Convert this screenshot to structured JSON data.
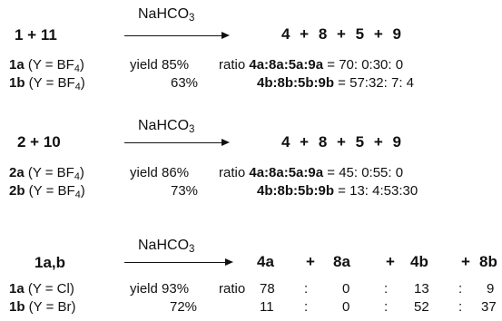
{
  "reactions": [
    {
      "reactants": "1 + 11",
      "reagent": "NaHCO",
      "reagent_sub": "3",
      "products": "4 + 8 + 5 + 9",
      "rows": [
        {
          "label_num": "1a",
          "label_pre": " (Y = BF",
          "label_sub": "4",
          "label_post": ")",
          "yield": "yield 85%",
          "ratio_word": "ratio",
          "ratio_key": "4a:8a:5a:9a",
          "ratio_values": " = 70: 0:30: 0"
        },
        {
          "label_num": "1b",
          "label_pre": " (Y = BF",
          "label_sub": "4",
          "label_post": ")",
          "yield": "63%",
          "ratio_word": "",
          "ratio_key": "4b:8b:5b:9b",
          "ratio_values": " = 57:32: 7: 4"
        }
      ]
    },
    {
      "reactants": "2 + 10",
      "reagent": "NaHCO",
      "reagent_sub": "3",
      "products": "4 + 8 + 5 + 9",
      "rows": [
        {
          "label_num": "2a",
          "label_pre": " (Y = BF",
          "label_sub": "4",
          "label_post": ")",
          "yield": "yield 86%",
          "ratio_word": "ratio",
          "ratio_key": "4a:8a:5a:9a",
          "ratio_values": " = 45: 0:55: 0"
        },
        {
          "label_num": "2b",
          "label_pre": " (Y = BF",
          "label_sub": "4",
          "label_post": ")",
          "yield": "73%",
          "ratio_word": "",
          "ratio_key": "4b:8b:5b:9b",
          "ratio_values": " = 13: 4:53:30"
        }
      ]
    },
    {
      "reactants": "1a,b",
      "reagent": "NaHCO",
      "reagent_sub": "3",
      "products": [
        "4a",
        "+",
        "8a",
        "+",
        "4b",
        "+",
        "8b"
      ],
      "rows": [
        {
          "label_num": "1a",
          "label_rest": " (Y = Cl)",
          "yield": "yield 93%",
          "ratio_word": "ratio",
          "values": [
            "78",
            ":",
            "0",
            ":",
            "13",
            ":",
            "9"
          ]
        },
        {
          "label_num": "1b",
          "label_rest": " (Y = Br)",
          "yield": "72%",
          "ratio_word": "",
          "values": [
            "11",
            ":",
            "0",
            ":",
            "52",
            ":",
            "37"
          ]
        }
      ]
    }
  ]
}
